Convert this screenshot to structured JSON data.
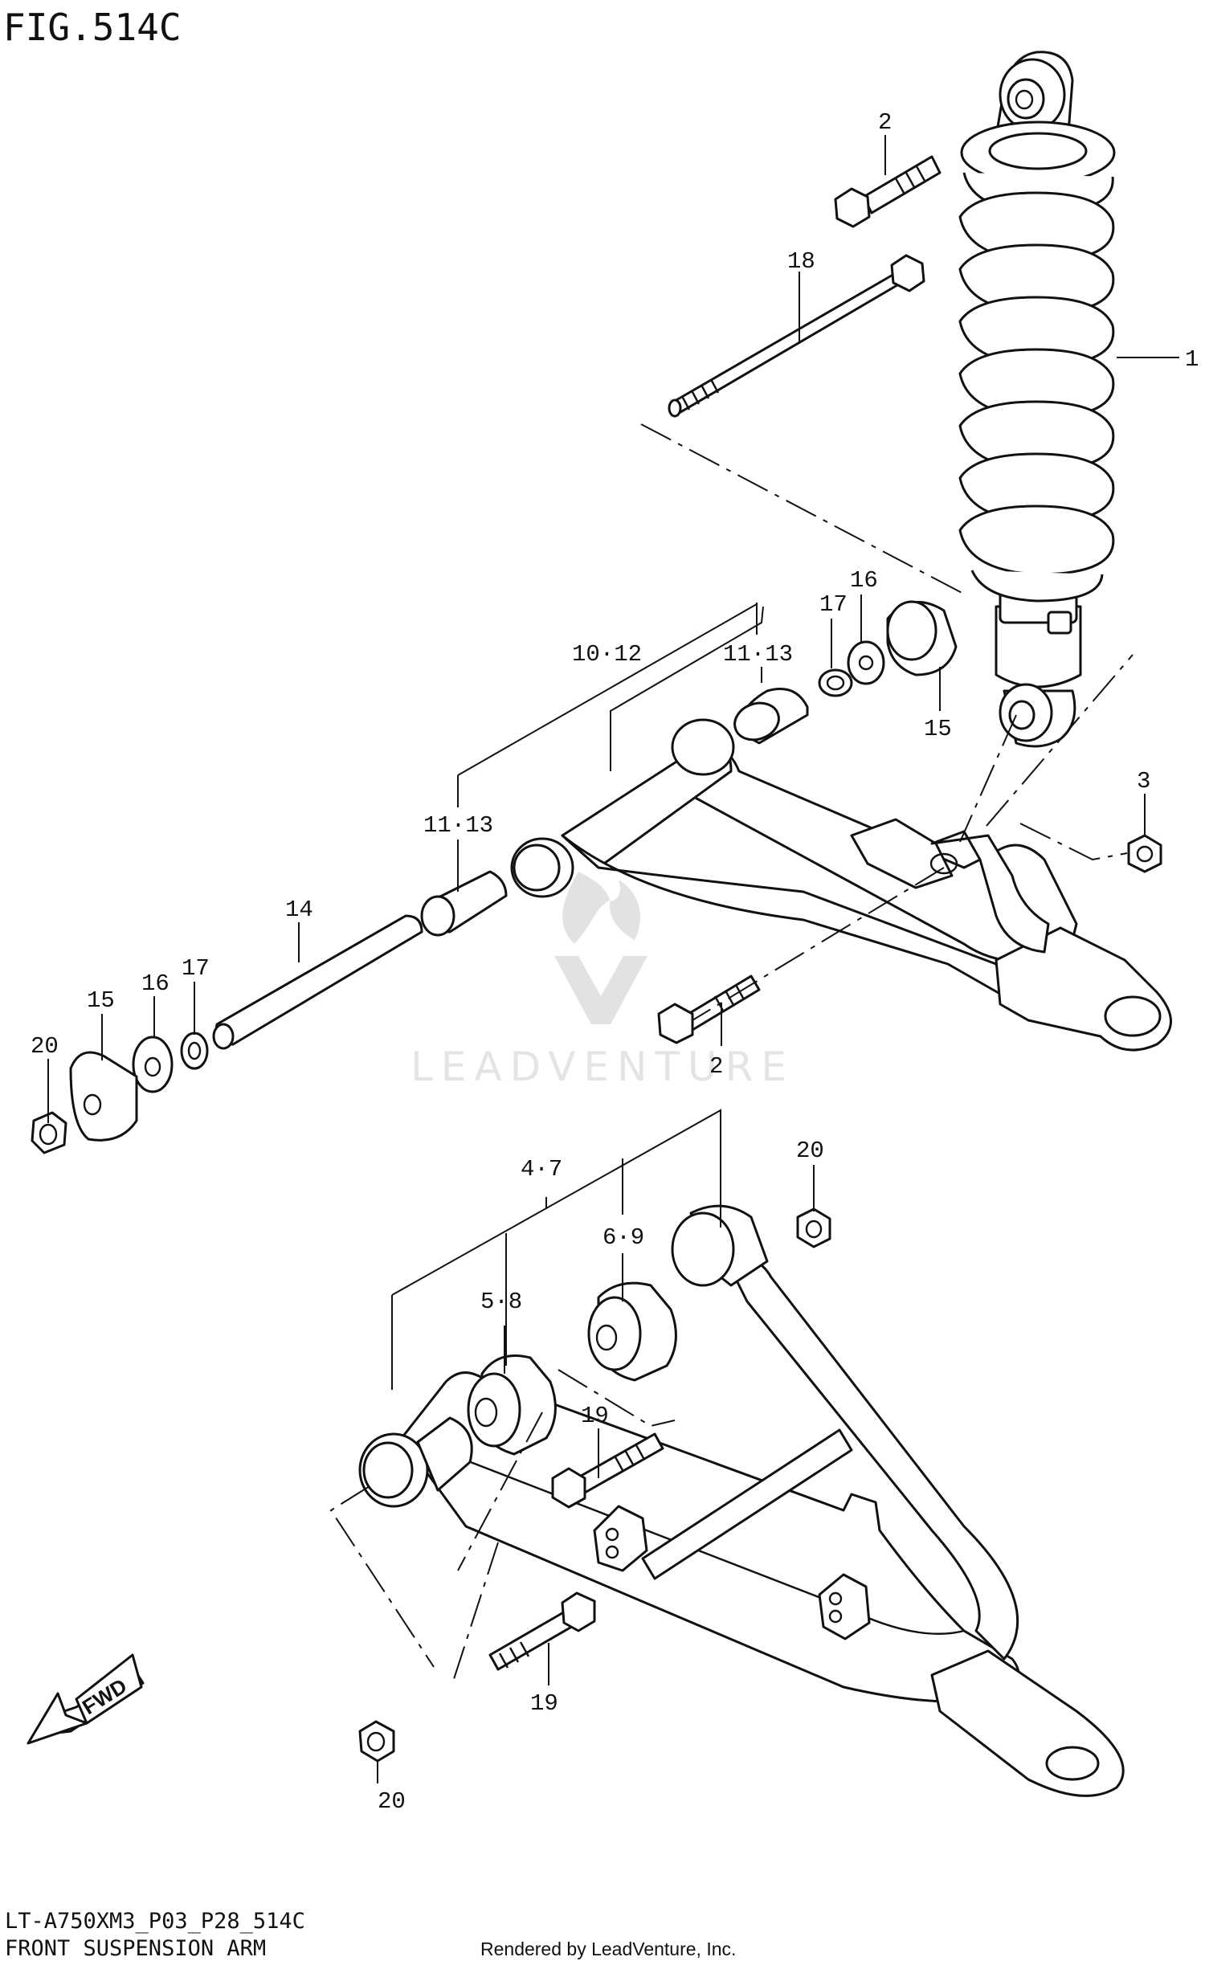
{
  "figure": {
    "title": "FIG.514C",
    "model_code": "LT-A750XM3_P03_P28_514C",
    "section_name": "FRONT SUSPENSION ARM",
    "render_credit": "Rendered by LeadVenture, Inc."
  },
  "watermark": {
    "brand": "LEADVENTURE"
  },
  "direction_arrow": {
    "label": "FWD"
  },
  "callouts": {
    "c1": "1",
    "c2a": "2",
    "c2b": "2",
    "c3": "3",
    "c4_7": "4·7",
    "c5_8": "5·8",
    "c6_9": "6·9",
    "c10_12": "10·12",
    "c11_13a": "11·13",
    "c11_13b": "11·13",
    "c14": "14",
    "c15a": "15",
    "c15b": "15",
    "c16a": "16",
    "c16b": "16",
    "c17a": "17",
    "c17b": "17",
    "c18": "18",
    "c19a": "19",
    "c19b": "19",
    "c20a": "20",
    "c20b": "20",
    "c20c": "20"
  }
}
